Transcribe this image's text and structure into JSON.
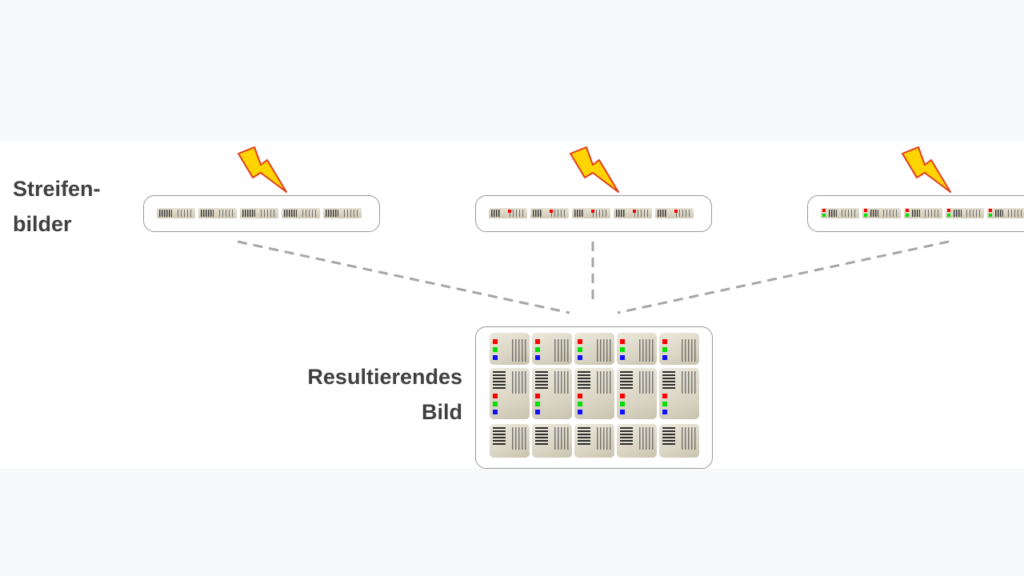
{
  "labels": {
    "strips": "Streifen-\nbilder",
    "result": "Resultierendes\nBild"
  },
  "colors": {
    "bolt_fill": "#ffd400",
    "bolt_stroke": "#e03c1e",
    "connector": "#a6a6a6",
    "frame_border": "#9a9a9a",
    "label_text": "#404040",
    "marker_red": "#ff0000",
    "marker_green": "#00e000",
    "marker_blue": "#1010ff"
  },
  "strips": [
    {
      "icon": "lightning-bolt-icon",
      "variant": "plain"
    },
    {
      "icon": "lightning-bolt-icon",
      "variant": "red-accent"
    },
    {
      "icon": "lightning-bolt-icon",
      "variant": "red-green-markers"
    }
  ],
  "strip_tiles_per_strip": 5,
  "result_grid": {
    "columns": 5,
    "rows": 3
  }
}
